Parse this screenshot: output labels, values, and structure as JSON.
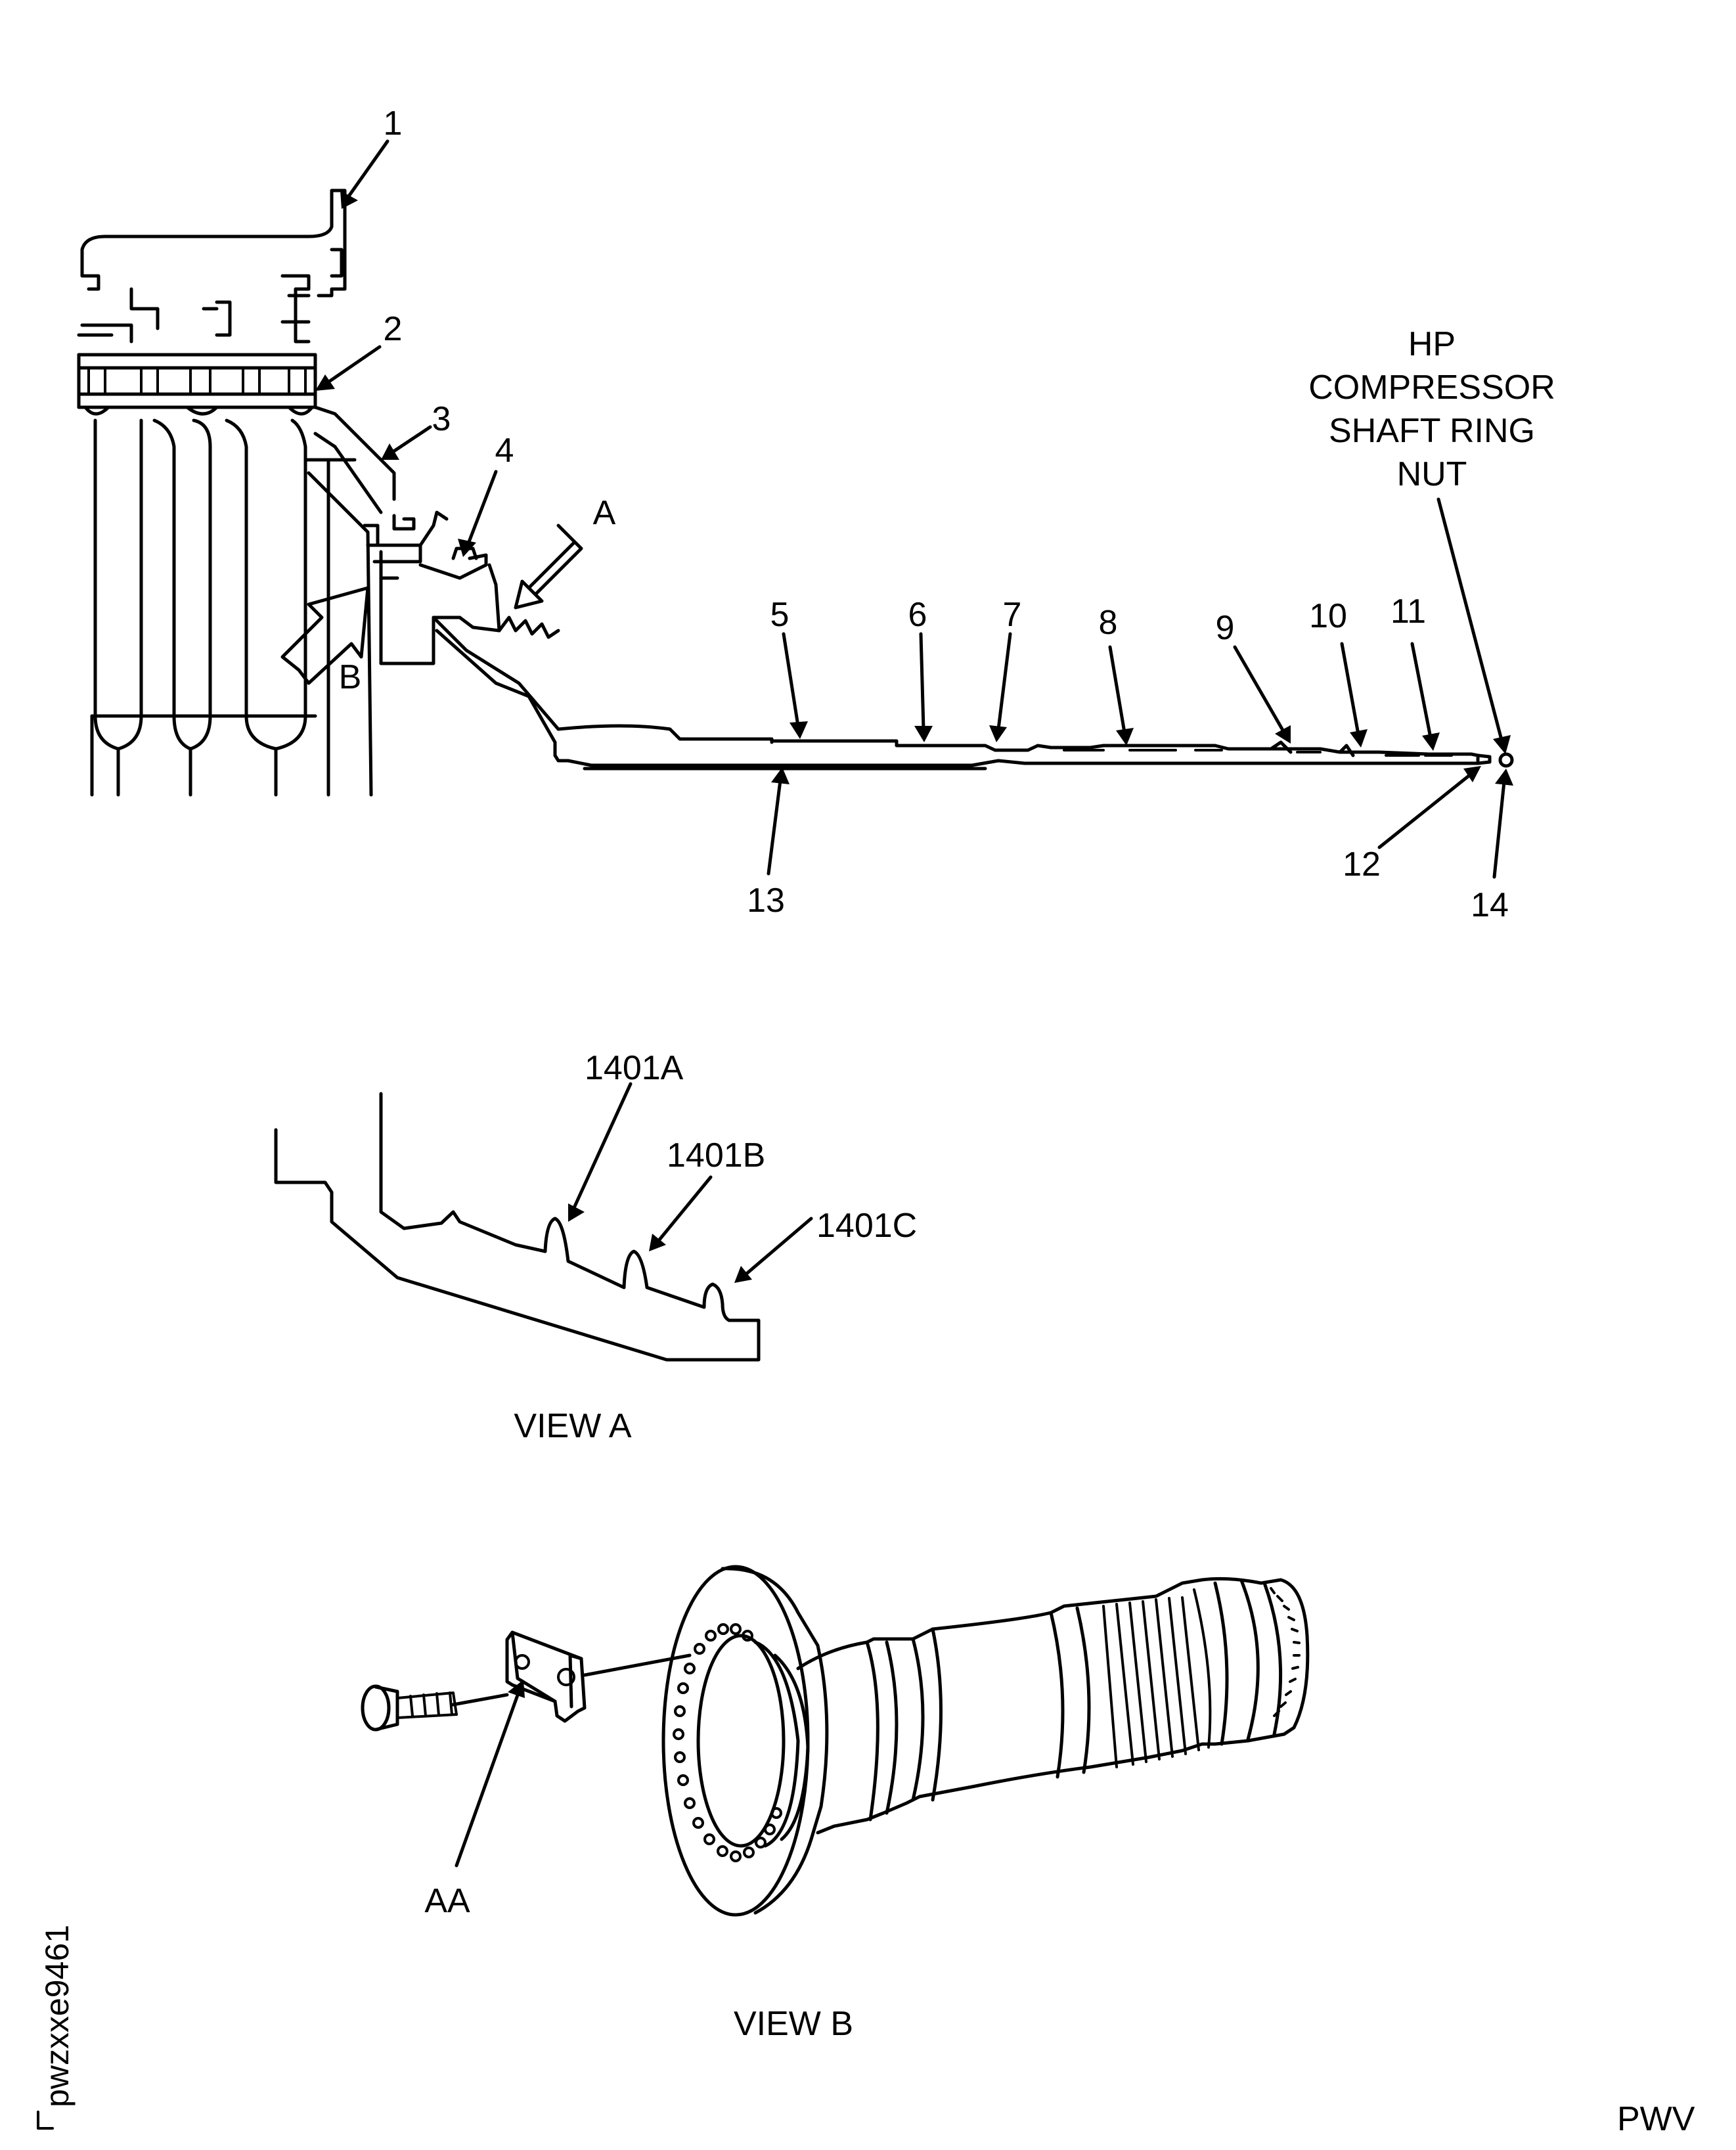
{
  "main_view": {
    "callouts": [
      "1",
      "2",
      "3",
      "4",
      "5",
      "6",
      "7",
      "8",
      "9",
      "10",
      "11",
      "12",
      "13",
      "14"
    ],
    "view_arrows": [
      "A",
      "B"
    ],
    "hp_label": [
      "HP",
      "COMPRESSOR",
      "SHAFT RING",
      "NUT"
    ]
  },
  "view_a": {
    "callouts": [
      "1401A",
      "1401B",
      "1401C"
    ],
    "title": "VIEW A"
  },
  "view_b": {
    "callout": "AA",
    "title": "VIEW B"
  },
  "figure_id": "pwzxxe9461",
  "footer_code": "PWV"
}
